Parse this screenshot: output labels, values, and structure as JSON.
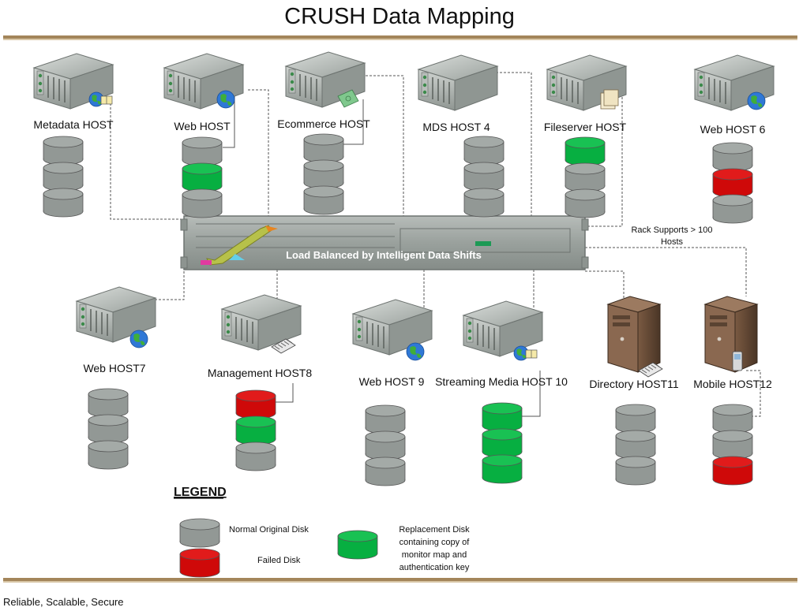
{
  "title": "CRUSH Data Mapping",
  "footer": "Reliable, Scalable, Secure",
  "load_balancer_label": "Load Balanced by Intelligent Data Shifts",
  "rack_note": [
    "Rack Supports > 100",
    "Hosts"
  ],
  "colors": {
    "normal_disk": "#a4aaa7",
    "failed_disk": "#e11b1b",
    "replacement_disk": "#19c153",
    "connector": "#555555",
    "rule": "#a3855a"
  },
  "hosts": [
    {
      "label": "Metadata HOST",
      "icon": "globe-and-folder-icon",
      "disks": [
        "normal",
        "normal",
        "normal"
      ]
    },
    {
      "label": "Web HOST",
      "icon": "globe-icon",
      "disks": [
        "normal",
        "replacement",
        "normal"
      ]
    },
    {
      "label": "Ecommerce HOST",
      "icon": "money-icon",
      "disks": [
        "normal",
        "normal",
        "normal"
      ]
    },
    {
      "label": "MDS HOST 4",
      "icon": "server-icon",
      "disks": [
        "normal",
        "normal",
        "normal"
      ]
    },
    {
      "label": "Fileserver HOST",
      "icon": "folder-icon",
      "disks": [
        "replacement",
        "normal",
        "normal"
      ]
    },
    {
      "label": "Web HOST 6",
      "icon": "globe-icon",
      "disks": [
        "normal",
        "failed",
        "normal"
      ]
    },
    {
      "label": "Web HOST7",
      "icon": "globe-icon",
      "disks": [
        "normal",
        "normal",
        "normal"
      ]
    },
    {
      "label": "Management HOST8",
      "icon": "keyboard-icon",
      "disks": [
        "failed",
        "replacement",
        "normal"
      ]
    },
    {
      "label": "Web HOST 9",
      "icon": "globe-icon",
      "disks": [
        "normal",
        "normal",
        "normal"
      ]
    },
    {
      "label": "Streaming Media HOST 10",
      "icon": "globe-and-folder-icon",
      "disks": [
        "replacement",
        "replacement",
        "replacement"
      ]
    },
    {
      "label": "Directory HOST11",
      "icon": "tower-keyboard-icon",
      "disks": [
        "normal",
        "normal",
        "normal"
      ]
    },
    {
      "label": "Mobile HOST12",
      "icon": "tower-phone-icon",
      "disks": [
        "normal",
        "normal",
        "failed"
      ]
    }
  ],
  "legend": {
    "heading": "LEGEND",
    "normal": "Normal Original Disk",
    "failed": "Failed Disk",
    "replacement": [
      "Replacement Disk",
      "containing copy of",
      "monitor map and",
      "authentication key"
    ]
  }
}
